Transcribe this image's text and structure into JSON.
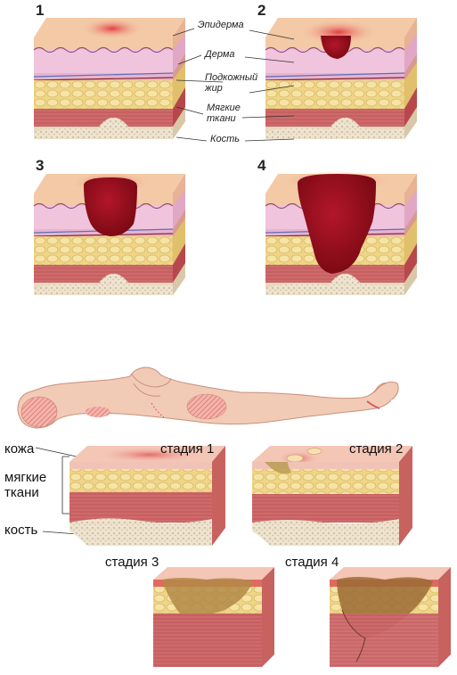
{
  "top_panels": {
    "numbers": [
      "1",
      "2",
      "3",
      "4"
    ],
    "layer_labels": {
      "epidermis": "Эпидерма",
      "dermis": "Дерма",
      "fat": "Подкожный\nжир",
      "soft_tissue": "Мягкие\nткани",
      "bone": "Кость"
    }
  },
  "bottom_panels": {
    "labels": {
      "skin": "кожа",
      "soft_tissue": "мягкие\nткани",
      "bone": "кость"
    },
    "stages": [
      "стадия 1",
      "стадия 2",
      "стадия 3",
      "стадия 4"
    ]
  },
  "colors": {
    "skin_top": "#f3c9a6",
    "epidermis": "#e9a7c8",
    "dermis": "#f5d5e4",
    "fat": "#ecd17a",
    "muscle": "#c9555a",
    "bone": "#eadfcb",
    "wound": "#8d0d17"
  }
}
